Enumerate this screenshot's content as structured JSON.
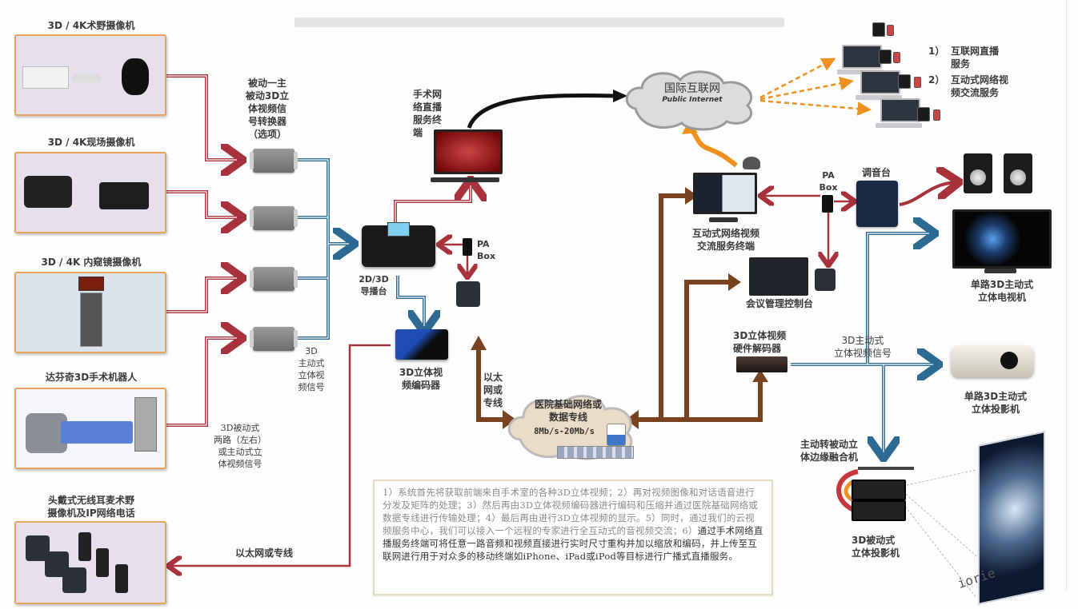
{
  "diagram": {
    "sources": {
      "field_camera": {
        "title": "3D / 4K术野摄像机"
      },
      "site_camera": {
        "title": "3D / 4K现场摄像机"
      },
      "endoscope_camera": {
        "title": "3D / 4K 内窥镜摄像机"
      },
      "davinci_robot": {
        "title": "达芬奇3D手术机器人"
      },
      "headset_phone": {
        "title": "头戴式无线耳麦术野\n摄像机及IP网络电话"
      }
    },
    "converter": {
      "label": "被动一主\n被动3D立\n体视频信\n号转换器\n（选项）"
    },
    "active_signal_label": "3D\n主动式\n立体视\n频信号",
    "passive_signal_label": "3D被动式\n两路（左右）\n或主动式立\n体视频信号",
    "switcher": {
      "label": "2D/3D\n导播台"
    },
    "pa_box_left": {
      "label": "PA\nBox"
    },
    "live_terminal": {
      "label": "手术网\n络直播\n服务终\n端"
    },
    "encoder": {
      "label": "3D立体视\n频编码器"
    },
    "ethernet_vertical": {
      "label": "以太\n网或\n专线"
    },
    "ethernet_bottom": {
      "label": "以太网或专线"
    },
    "hospital_cloud": {
      "title": "医院基础网络或\n数据专线",
      "bandwidth": "8Mb/s-20Mb/s"
    },
    "internet_cloud": {
      "title": "国际互联网",
      "subtitle": "Public Internet"
    },
    "services": {
      "items": [
        {
          "num": "1）",
          "text": "互联网直播\n服务"
        },
        {
          "num": "2）",
          "text": "互动式网络视\n频交流服务"
        }
      ]
    },
    "interactive_terminal": {
      "label": "互动式网络视频\n交流服务终端"
    },
    "pa_box_right": {
      "label": "PA\nBox"
    },
    "mixer": {
      "label": "调音台"
    },
    "conference_console": {
      "label": "会议管理控制台"
    },
    "decoder": {
      "label": "3D立体视频\n硬件解码器"
    },
    "active_signal_right": {
      "label": "3D主动式\n立体视频信号"
    },
    "tv": {
      "label": "单路3D主动式\n立体电视机"
    },
    "projector": {
      "label": "单路3D主动式\n立体投影机"
    },
    "edge_blender": {
      "label": "主动转被动立\n体边缘融合机"
    },
    "passive_projector": {
      "label": "3D被动式\n立体投影机"
    },
    "screen_caption": "iorie",
    "description": {
      "grey_part": "1）系统首先将获取前端来自手术室的各种3D立体视频；2）再对视频图像和对话语音进行分发及矩阵的处理；3）然后再由3D立体视频编码器进行编码和压缩并通过医院基础网络或数据专线进行传输处理；4）最后再由进行3D立体视频的显示。5）同时，通过我们的云视频服务中心，我们可以接入一个远程的专家进行全互动式的音视频交流；6）",
      "dark_part": "通过手术网络直播服务终端可将任意一路音频和视频直接进行实时尺寸重构并加以缩放和编码，并上传至互联网进行用于对众多的移动终端如iPhone、iPad或iPod等目标进行广播式直播服务。"
    },
    "colors": {
      "red_line": "#a8323c",
      "blue_line": "#2d6a93",
      "brown_line": "#7a4320",
      "orange_line": "#f0901e",
      "source_border": "#e8a35a",
      "cloud_fill": "#dcdcdc",
      "hospital_cloud_fill": "#eadcc6"
    }
  }
}
